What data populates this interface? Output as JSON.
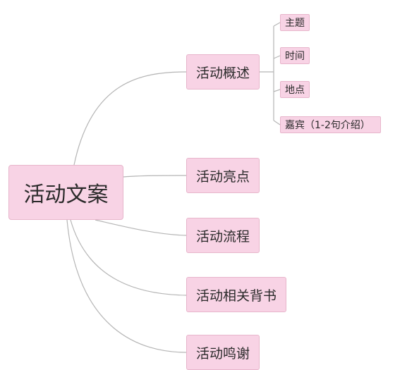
{
  "root": {
    "label": "活动文案"
  },
  "branches": [
    {
      "label": "活动概述",
      "children": [
        "主题",
        "时间",
        "地点",
        "嘉宾（1-2句介绍）"
      ]
    },
    {
      "label": "活动亮点"
    },
    {
      "label": "活动流程"
    },
    {
      "label": "活动相关背书"
    },
    {
      "label": "活动鸣谢"
    }
  ],
  "colors": {
    "node_fill": "#f8d3e5",
    "node_border": "#e7b5cb",
    "connector": "#b5b5b5"
  }
}
